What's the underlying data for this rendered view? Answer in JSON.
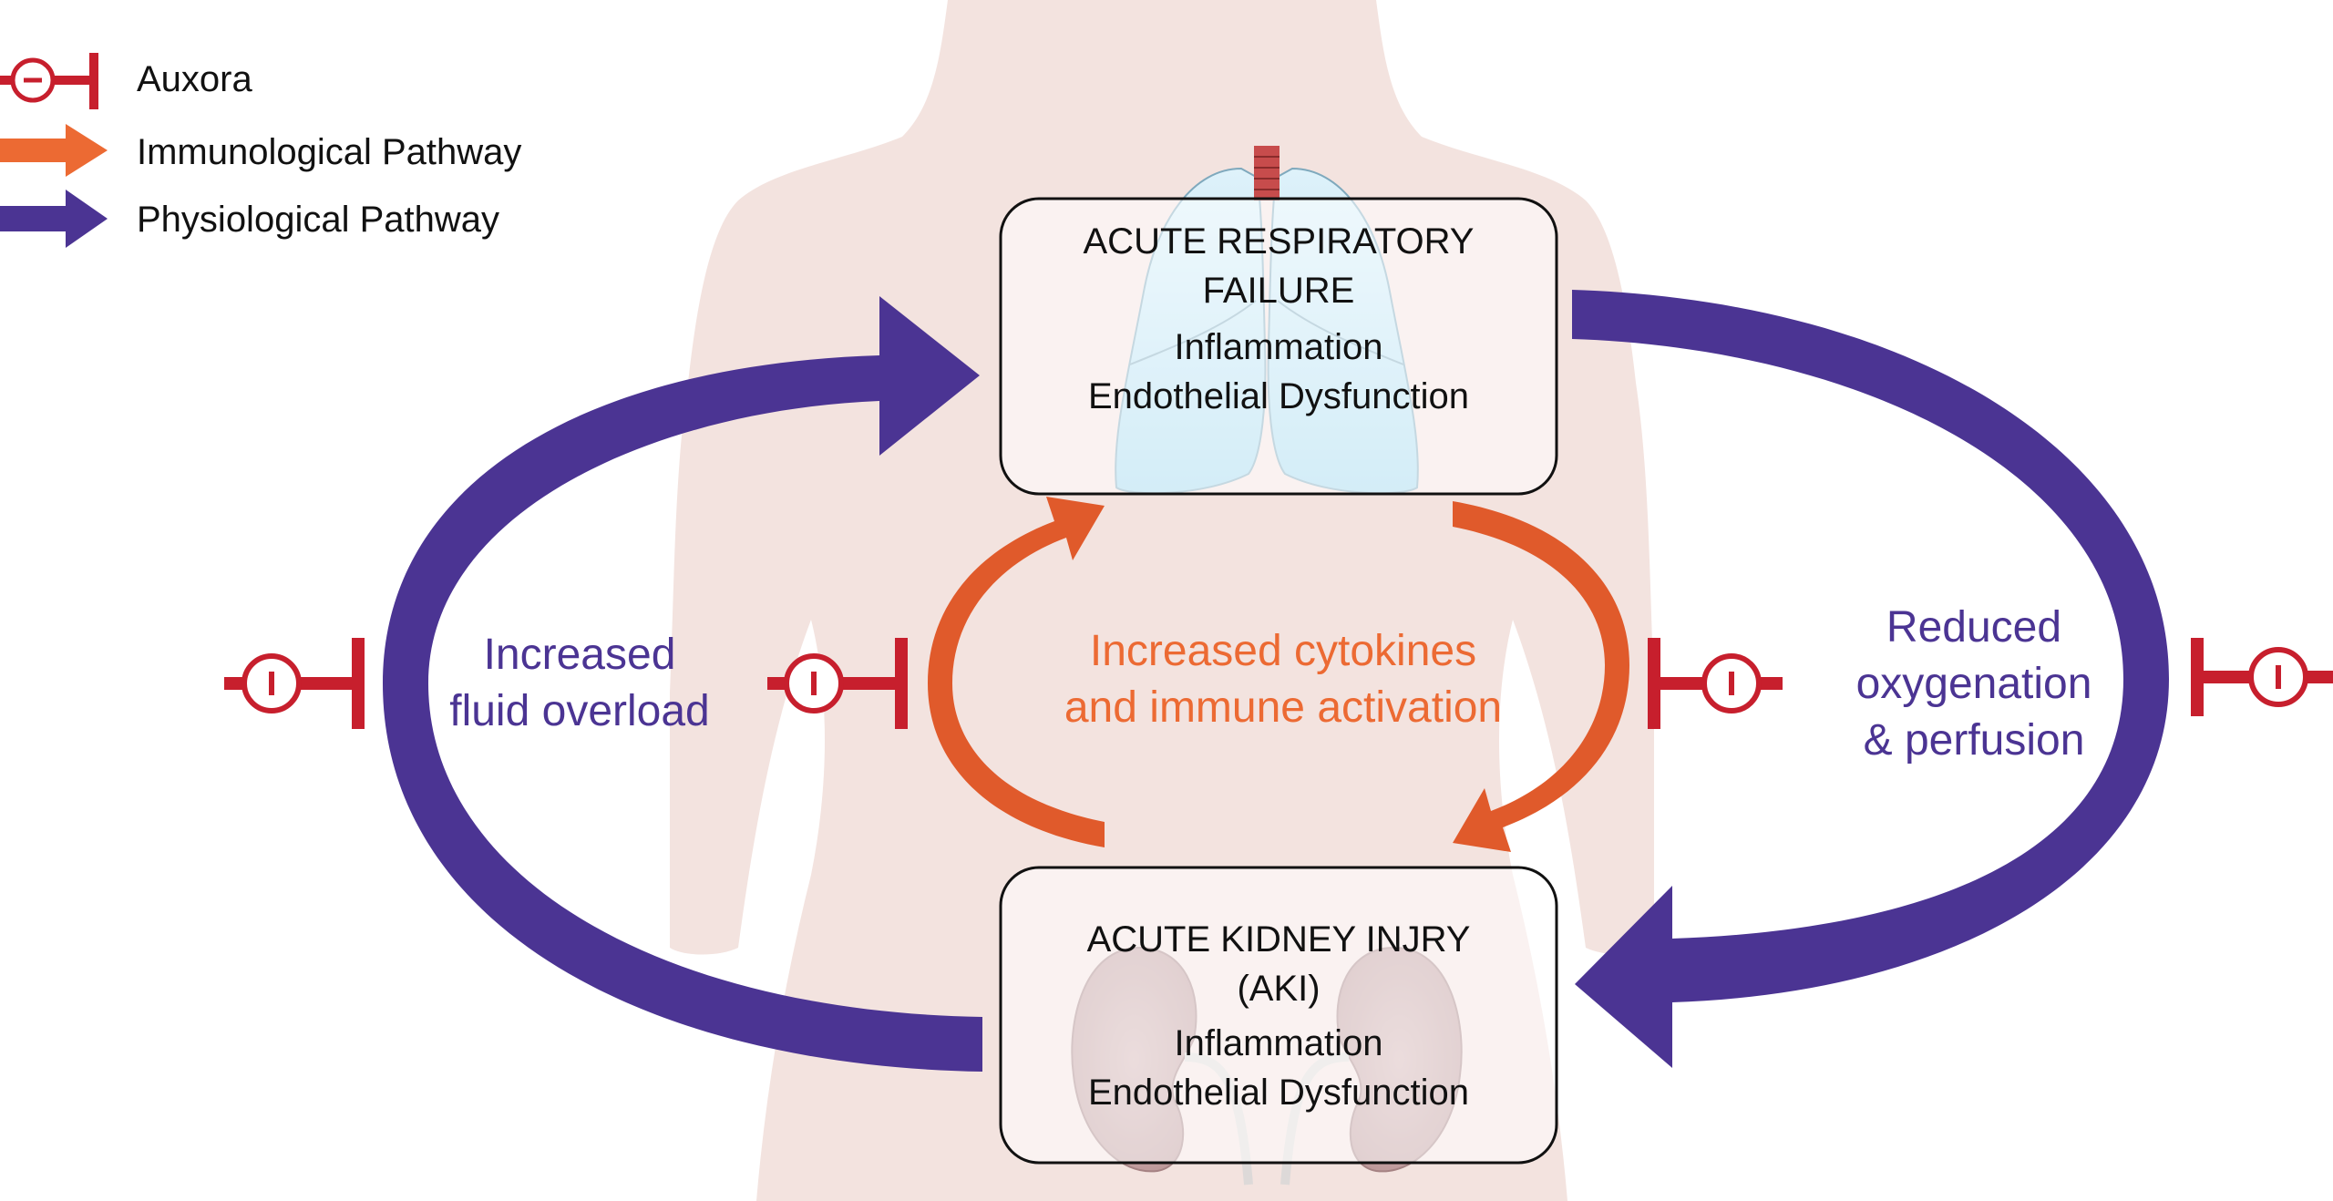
{
  "legend": {
    "auxora": "Auxora",
    "immunological": "Immunological Pathway",
    "physiological": "Physiological Pathway"
  },
  "respiratory_box": {
    "title_line1": "ACUTE RESPIRATORY",
    "title_line2": "FAILURE",
    "line3": "Inflammation",
    "line4": "Endothelial Dysfunction"
  },
  "kidney_box": {
    "title_line1": "ACUTE KIDNEY INJRY",
    "title_line2": "(AKI)",
    "line3": "Inflammation",
    "line4": "Endothelial Dysfunction"
  },
  "left_label": {
    "line1": "Increased",
    "line2": "fluid overload"
  },
  "center_label": {
    "line1": "Increased cytokines",
    "line2": "and immune activation"
  },
  "right_label": {
    "line1": "Reduced",
    "line2": "oxygenation",
    "line3": "& perfusion"
  },
  "colors": {
    "physiological": "#4b3493",
    "physiological_dark": "#35236f",
    "immunological": "#ec6a33",
    "immunological_dark": "#c7502a",
    "auxora": "#c71f2d",
    "body": "#f3e3df",
    "lung": "#a9dcef",
    "kidney": "#c49a9c"
  },
  "icons": {
    "auxora": "inhibitor-bar-icon",
    "body": "human-torso-silhouette",
    "lungs": "lungs-icon",
    "kidneys": "kidneys-icon"
  }
}
